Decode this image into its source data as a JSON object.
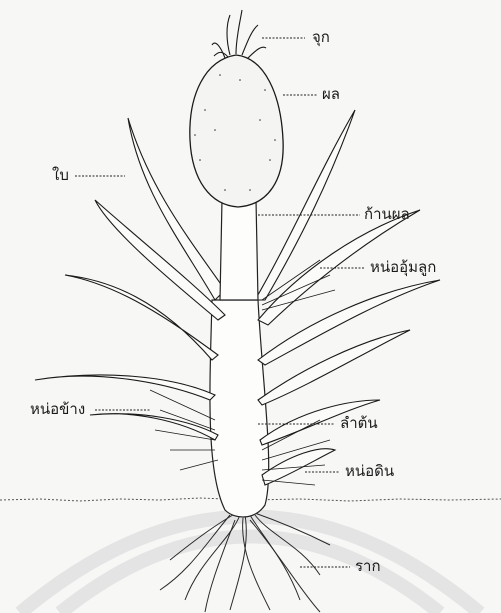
{
  "labels": {
    "crown": "จุก",
    "fruit": "ผล",
    "leaf": "ใบ",
    "peduncle": "ก้านผล",
    "slip": "หน่ออุ้มลูก",
    "side_shoot": "หน่อข้าง",
    "stem": "ลำต้น",
    "sucker": "หน่อดิน",
    "root": "ราก"
  },
  "colors": {
    "ink": "#1a1a1a",
    "paper": "#f7f7f6",
    "arc": "#e6e6e6"
  }
}
